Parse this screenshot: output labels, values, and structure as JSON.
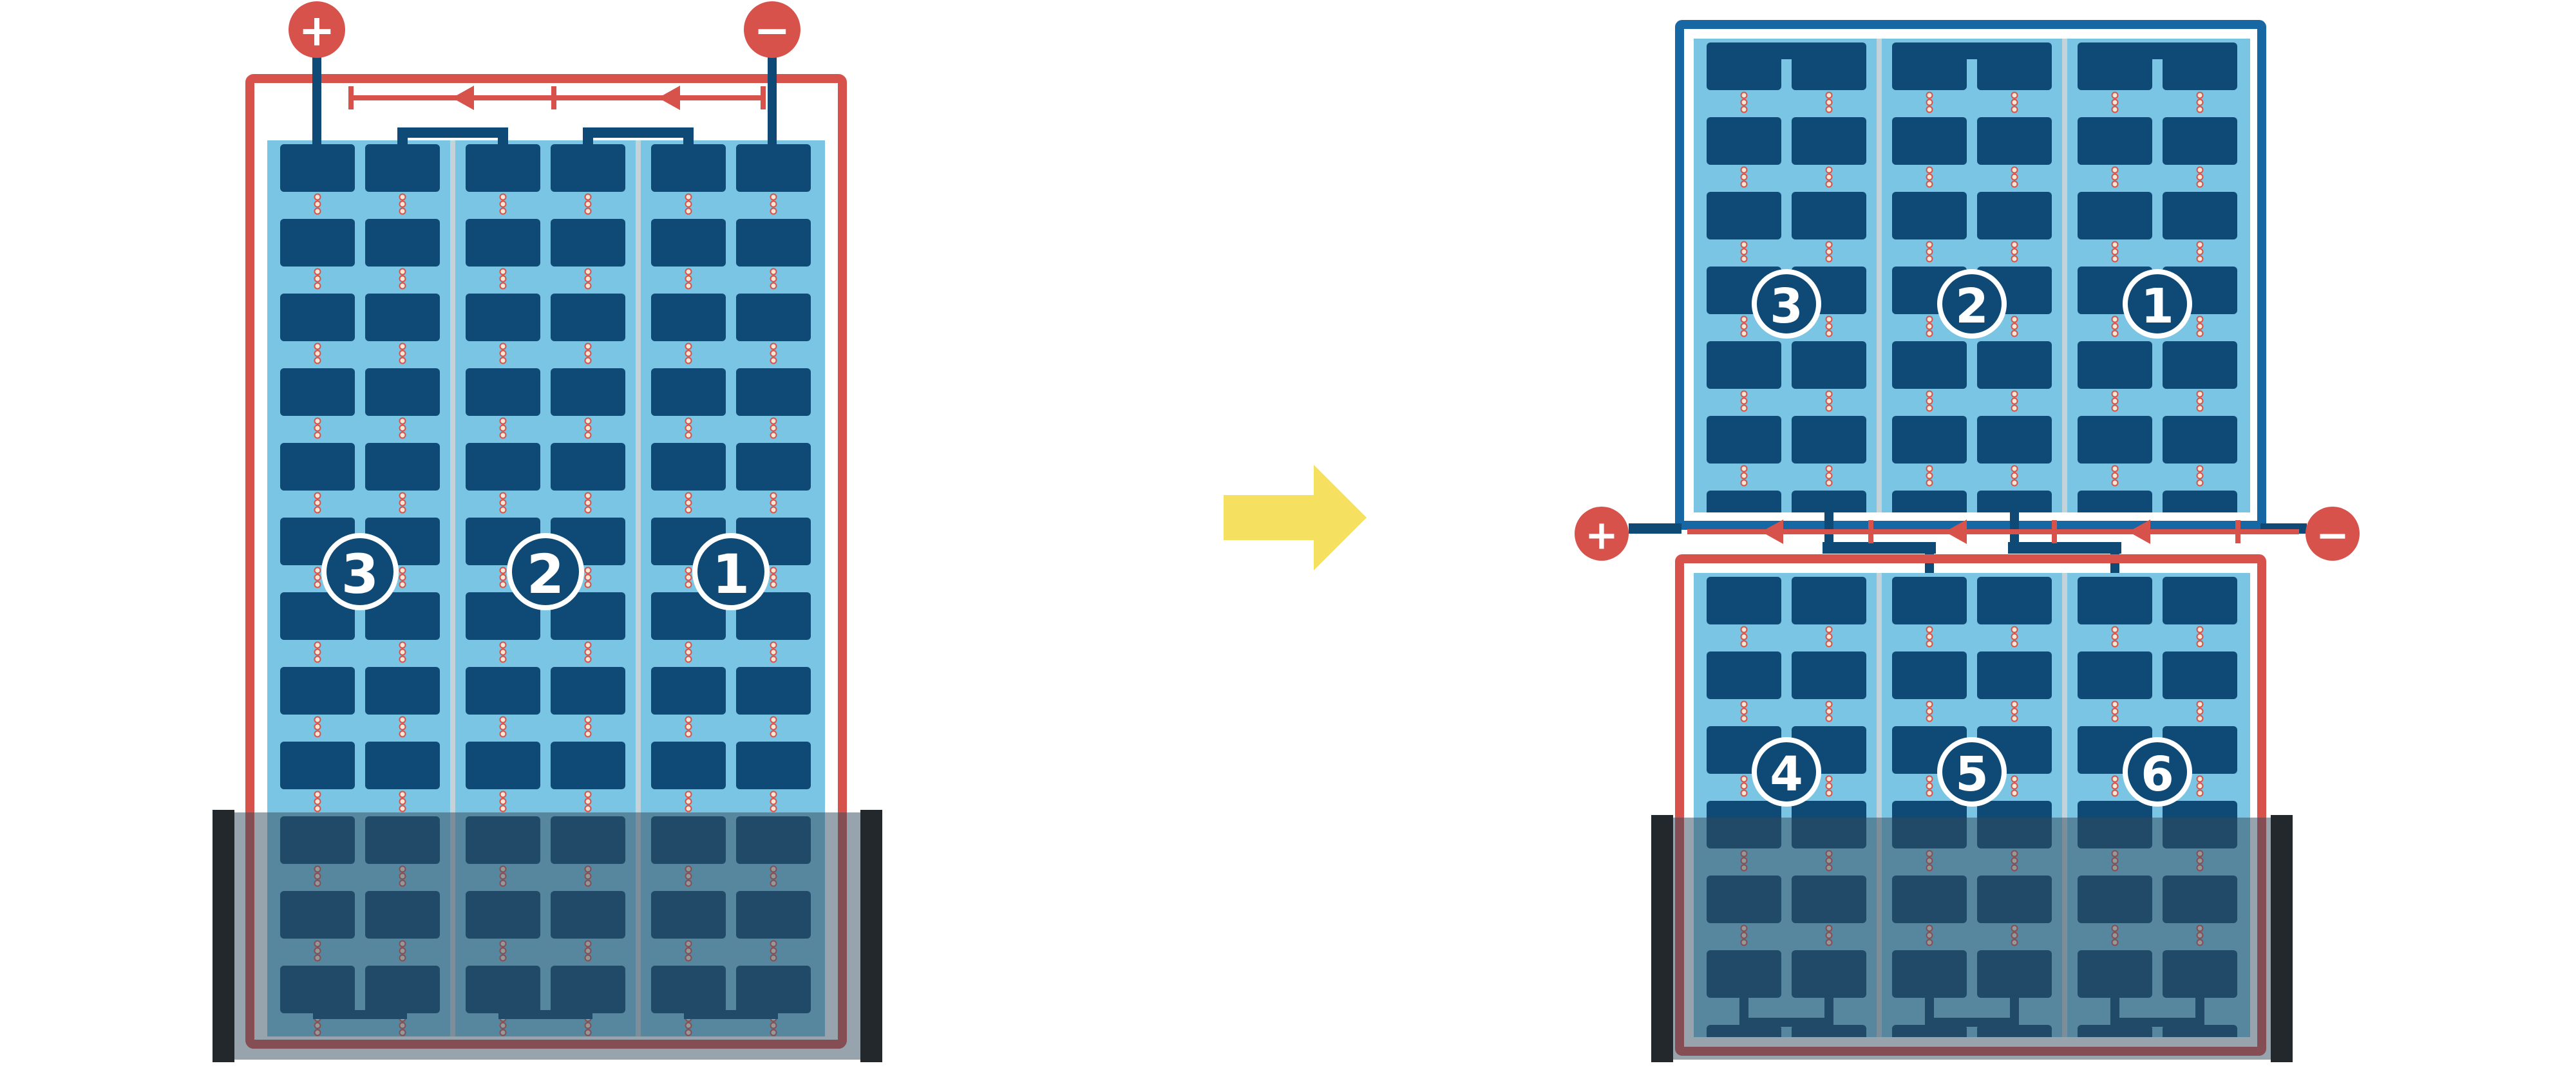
{
  "diagram": {
    "kind": "solar-panel-string-wiring-comparison",
    "left_assembly": {
      "string_labels": [
        "3",
        "2",
        "1"
      ],
      "positive_label": "+",
      "negative_label": "−"
    },
    "right_assembly": {
      "top_string_labels": [
        "3",
        "2",
        "1"
      ],
      "bottom_string_labels": [
        "4",
        "5",
        "6"
      ],
      "positive_label": "+",
      "negative_label": "−"
    }
  },
  "colors": {
    "red": "#D8524C",
    "navy": "#0E4A75",
    "frame_blue": "#1767A5",
    "light_blue": "#7AC5E3",
    "separator": "#C4D3D9",
    "shade": "#31495C",
    "shade_bar": "#23282D",
    "yellow": "#F5E05F",
    "dot_fill": "#F2E8D5"
  }
}
